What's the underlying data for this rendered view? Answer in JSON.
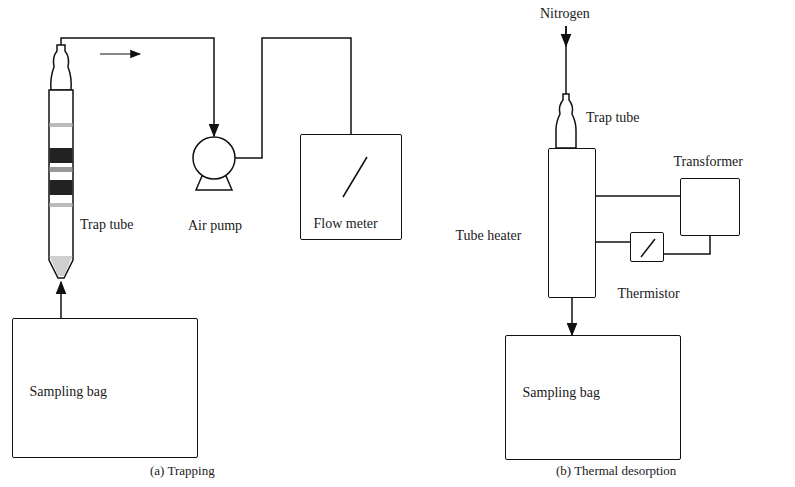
{
  "diagram": {
    "nodes": [
      {
        "text": [
          "Trap tube"
        ]
      },
      {
        "text": [
          "Air pump"
        ]
      },
      {
        "text": [
          "Flow meter"
        ]
      },
      {
        "text": [
          "Sampling bag"
        ]
      },
      {
        "text": [
          "Trap tube"
        ]
      },
      {
        "text": [
          "Transformer"
        ]
      },
      {
        "text": [
          "Tube heater"
        ]
      },
      {
        "text": [
          "Thermistor"
        ]
      },
      {
        "text": [
          "Sampling bag"
        ]
      }
    ],
    "edges": [
      {
        "from": 3,
        "to": 0,
        "arrow": "to"
      },
      {
        "from": 0,
        "to": 1,
        "arrow": "to"
      },
      {
        "from": 1,
        "to": 2,
        "arrow": "none"
      },
      {
        "from": 6,
        "to": 8,
        "arrow": "to"
      },
      {
        "from": 6,
        "to": 5,
        "arrow": "none"
      },
      {
        "from": 6,
        "to": 7,
        "arrow": "none"
      },
      {
        "from": 7,
        "to": 5,
        "arrow": "none"
      }
    ],
    "labels": [
      "Nitrogen",
      "(a) Trapping",
      "(b) Thermal desorption"
    ]
  }
}
